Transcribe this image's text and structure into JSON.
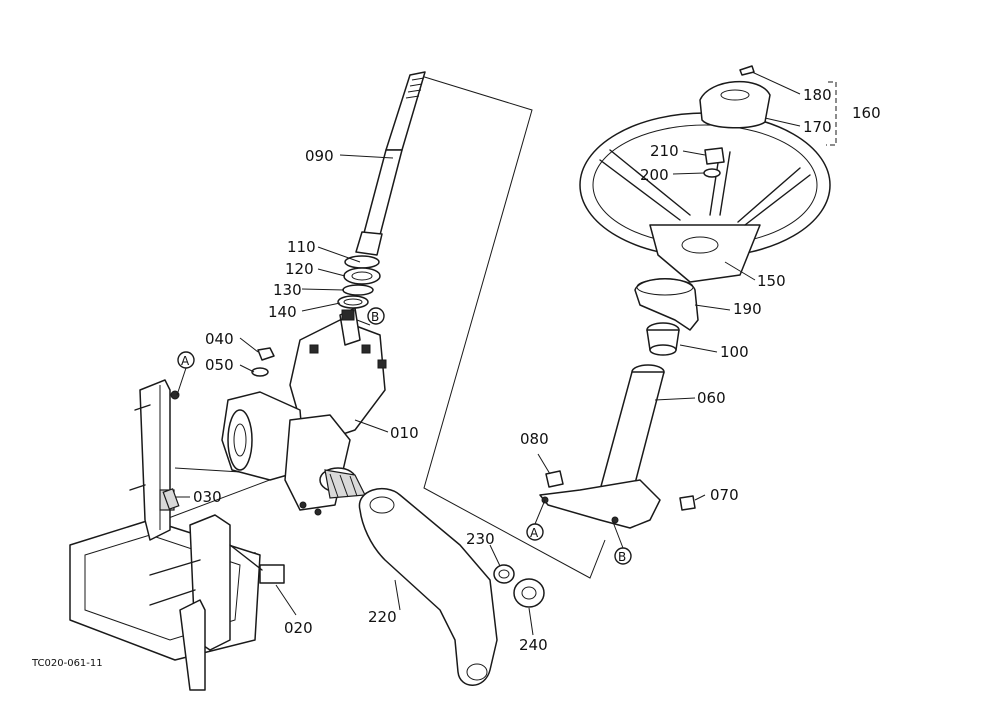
{
  "figure_code": "TC020-061-11",
  "parts": {
    "p010": "010",
    "p020": "020",
    "p030": "030",
    "p040": "040",
    "p050": "050",
    "p060": "060",
    "p070": "070",
    "p080": "080",
    "p090": "090",
    "p100": "100",
    "p110": "110",
    "p120": "120",
    "p130": "130",
    "p140": "140",
    "p150": "150",
    "p160": "160",
    "p170": "170",
    "p180": "180",
    "p190": "190",
    "p200": "200",
    "p210": "210",
    "p220": "220",
    "p230": "230",
    "p240": "240"
  },
  "refs": {
    "a": "A",
    "b": "B"
  }
}
